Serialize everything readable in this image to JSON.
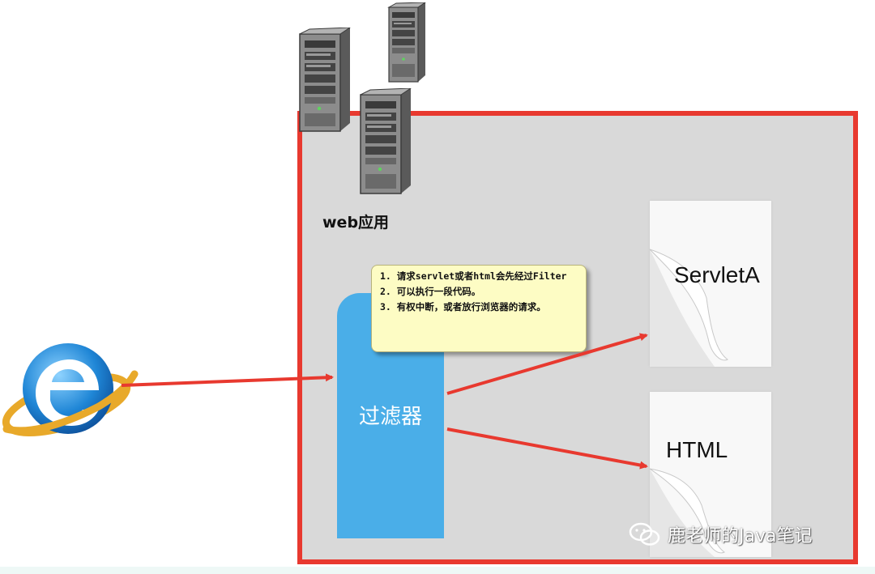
{
  "webapp": {
    "label": "web应用"
  },
  "filter": {
    "label": "过滤器"
  },
  "note": {
    "lines": [
      "1. 请求servlet或者html会先经过Filter",
      "2. 可以执行一段代码。",
      "3. 有权中断，或者放行浏览器的请求。"
    ]
  },
  "targets": {
    "servlet_label": "ServletA",
    "html_label": "HTML"
  },
  "watermark": {
    "text": "鹿老师的Java笔记"
  },
  "colors": {
    "frame": "#e8392f",
    "filter": "#4aaee8",
    "note_bg": "#fdfcc4",
    "arrow": "#e8392f"
  },
  "icons": {
    "browser": "internet-explorer-icon",
    "server": "server-tower-icon",
    "wechat": "wechat-icon"
  }
}
